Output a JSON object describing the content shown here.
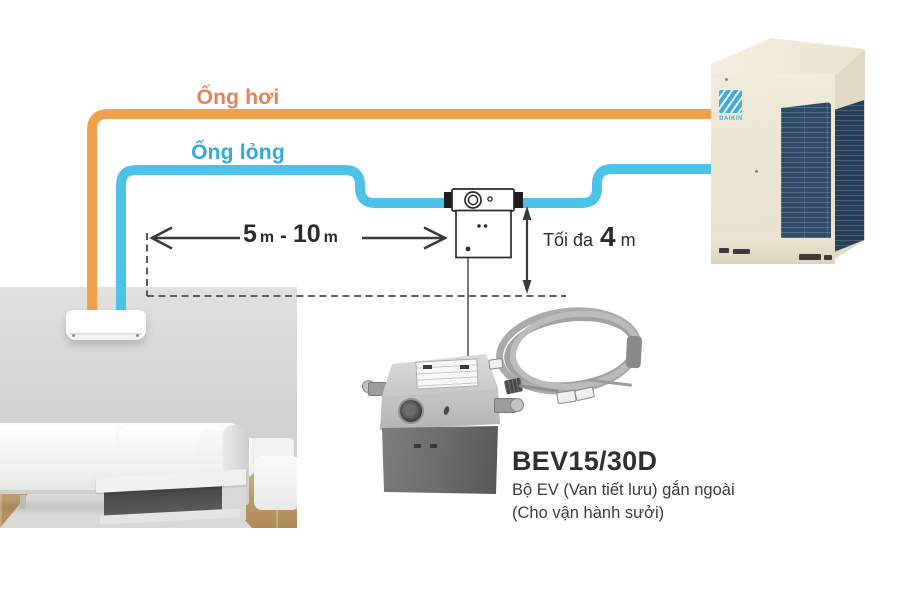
{
  "labels": {
    "vapor_pipe": "Ống hơi",
    "liquid_pipe": "Ống lỏng"
  },
  "measurements": {
    "horizontal": {
      "min": "5",
      "min_unit": "m",
      "separator": "-",
      "max": "10",
      "max_unit": "m"
    },
    "vertical": {
      "prefix": "Tối đa",
      "value": "4",
      "unit": "m"
    }
  },
  "product": {
    "model": "BEV15/30D",
    "description_line1": "Bộ EV (Van tiết lưu) gắn ngoài",
    "description_line2": "(Cho vận hành sưởi)"
  },
  "brand": "DAIKIN",
  "icons": {
    "outdoor_unit": "daikin-vrv-outdoor-unit",
    "indoor_unit": "wall-mounted-indoor-unit",
    "ev_valve_schematic": "expansion-valve-symbol",
    "ev_kit_box": "bev-ev-kit-photo",
    "control_cable": "cable-coil",
    "jumper_cable": "connector-cable"
  },
  "colors": {
    "vapor_pipe": "#F0A14B",
    "liquid_pipe": "#4CC2E8",
    "vapor_label": "#E0835B",
    "liquid_label": "#35A9DC",
    "grille_navy": "#2F4C68",
    "unit_body_cream": "#EDE7D5",
    "text_dark": "#2B2B2B",
    "dashed_line": "#4B4B4B"
  }
}
